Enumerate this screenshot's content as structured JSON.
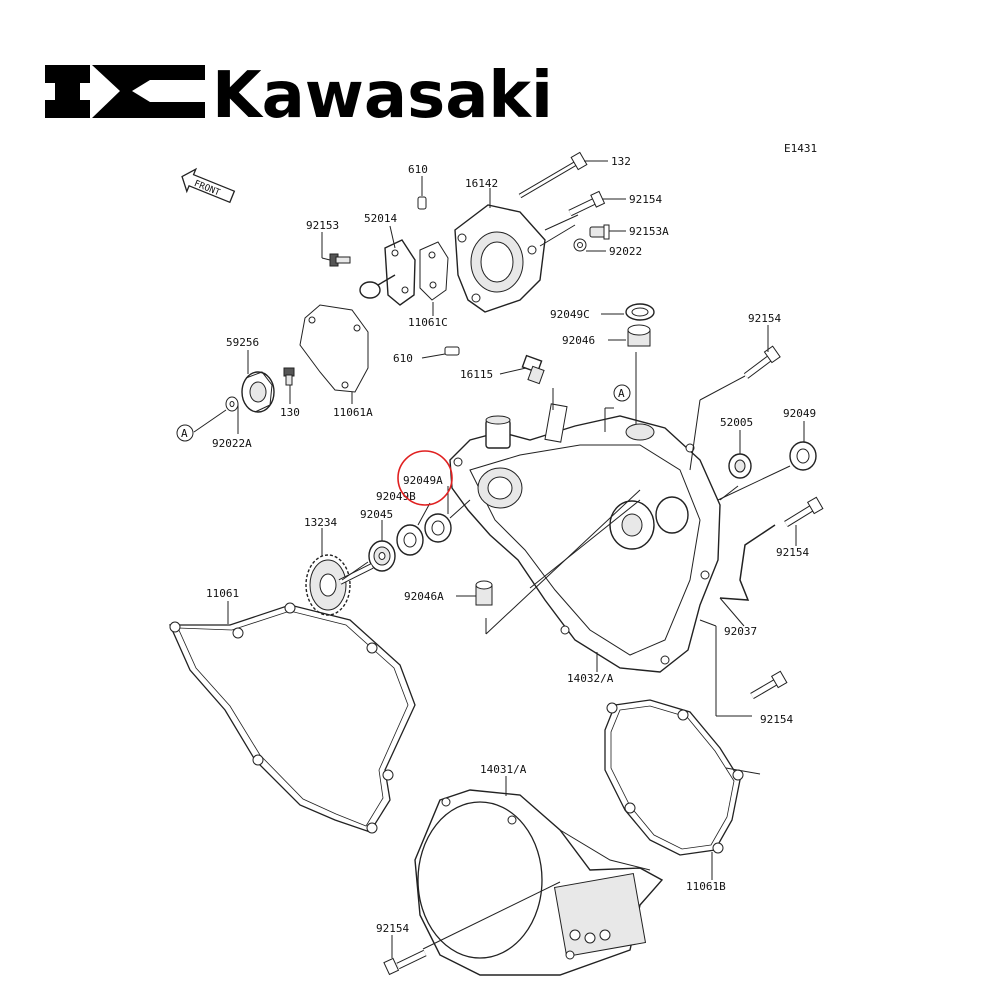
{
  "brand": {
    "name": "Kawasaki"
  },
  "diagram_code": "E1431",
  "front_marker": "FRONT",
  "highlight_color": "#e02020",
  "parts": [
    {
      "id": "p132",
      "label": "132"
    },
    {
      "id": "p16142",
      "label": "16142"
    },
    {
      "id": "p610a",
      "label": "610"
    },
    {
      "id": "p92154a",
      "label": "92154"
    },
    {
      "id": "p92153",
      "label": "92153"
    },
    {
      "id": "p52014",
      "label": "52014"
    },
    {
      "id": "p92153A",
      "label": "92153A"
    },
    {
      "id": "p92022",
      "label": "92022"
    },
    {
      "id": "p11061C",
      "label": "11061C"
    },
    {
      "id": "p92049C",
      "label": "92049C"
    },
    {
      "id": "p610b",
      "label": "610"
    },
    {
      "id": "p92046",
      "label": "92046"
    },
    {
      "id": "p92154b",
      "label": "92154"
    },
    {
      "id": "p59256",
      "label": "59256"
    },
    {
      "id": "p16115",
      "label": "16115"
    },
    {
      "id": "p130",
      "label": "130"
    },
    {
      "id": "p11061A",
      "label": "11061A"
    },
    {
      "id": "p92022A",
      "label": "92022A"
    },
    {
      "id": "p52005",
      "label": "52005"
    },
    {
      "id": "p92049",
      "label": "92049"
    },
    {
      "id": "p92049A",
      "label": "92049A"
    },
    {
      "id": "p92049B",
      "label": "92049B"
    },
    {
      "id": "p13234",
      "label": "13234"
    },
    {
      "id": "p92045",
      "label": "92045"
    },
    {
      "id": "p92154c",
      "label": "92154"
    },
    {
      "id": "p11061",
      "label": "11061"
    },
    {
      "id": "p92046A",
      "label": "92046A"
    },
    {
      "id": "p92037",
      "label": "92037"
    },
    {
      "id": "p14032A",
      "label": "14032/A"
    },
    {
      "id": "p92154d",
      "label": "92154"
    },
    {
      "id": "p14031A",
      "label": "14031/A"
    },
    {
      "id": "p11061B",
      "label": "11061B"
    },
    {
      "id": "p92154e",
      "label": "92154"
    }
  ],
  "callouts": [
    {
      "id": "ca1",
      "label": "A"
    },
    {
      "id": "ca2",
      "label": "A"
    }
  ]
}
